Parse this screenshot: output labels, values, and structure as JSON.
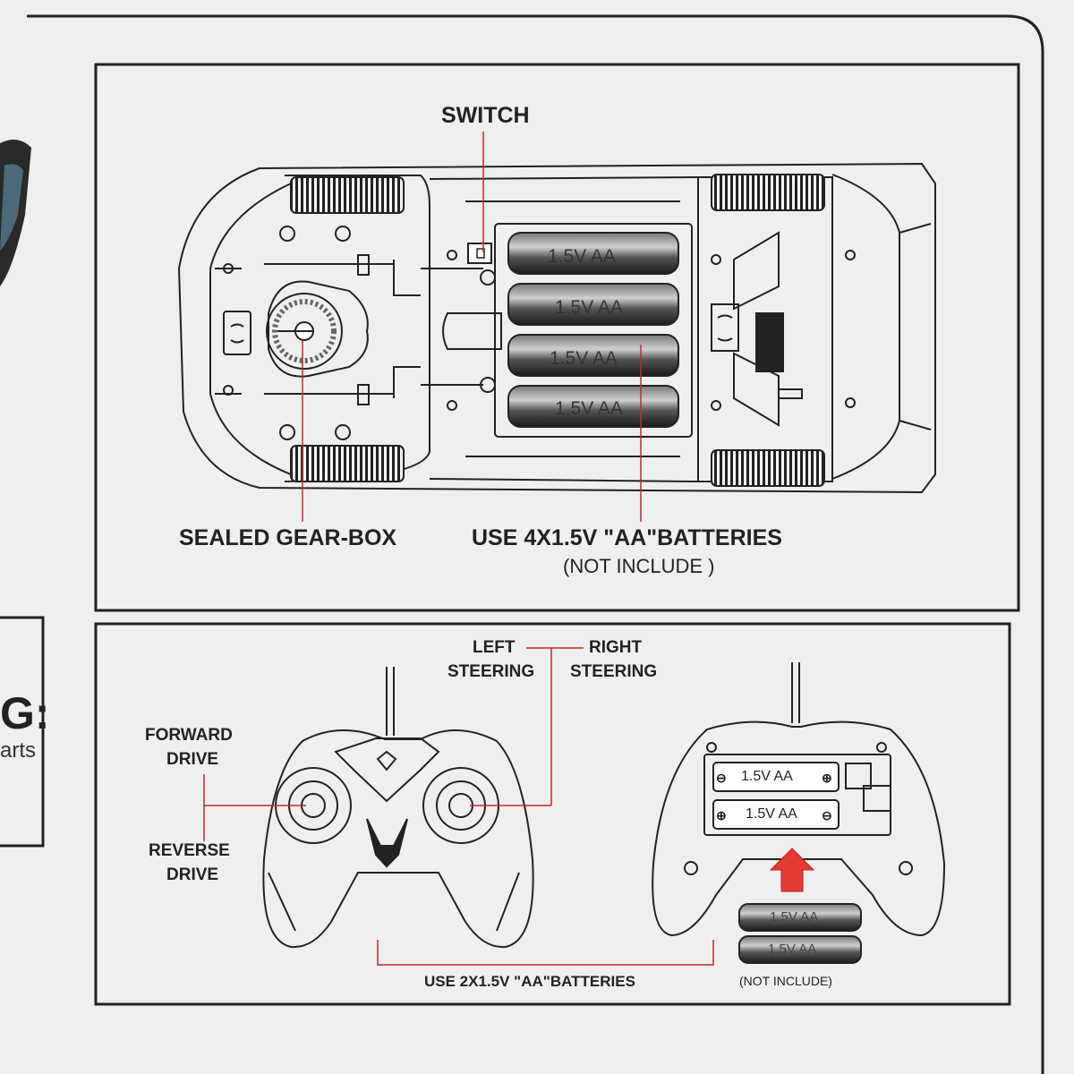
{
  "car_panel": {
    "switch_label": "SWITCH",
    "gearbox_label": "SEALED GEAR-BOX",
    "batteries_label": "USE 4X1.5V \"AA\"BATTERIES",
    "not_included_label": "(NOT INCLUDE )",
    "battery_text": [
      "1.5V AA",
      "1.5V AA",
      "1.5V AA",
      "1.5V AA"
    ]
  },
  "remote_panel": {
    "left_steering": [
      "LEFT",
      "STEERING"
    ],
    "right_steering": [
      "RIGHT",
      "STEERING"
    ],
    "forward_drive": [
      "FORWARD",
      "DRIVE"
    ],
    "reverse_drive": [
      "REVERSE",
      "DRIVE"
    ],
    "batteries_label": "USE 2X1.5V \"AA\"BATTERIES",
    "not_included_label": "(NOT INCLUDE)",
    "compartment_battery_text": [
      "1.5V AA",
      "1.5V AA"
    ],
    "loose_battery_text": [
      "1.5V AA",
      "1.5V AA"
    ]
  },
  "left_fragment": {
    "heading_fragment": "G:",
    "text_fragment": "arts"
  },
  "colors": {
    "leader_red": "#c62828",
    "arrow_red": "#e53935",
    "outline": "#222222",
    "background": "#efefef"
  }
}
